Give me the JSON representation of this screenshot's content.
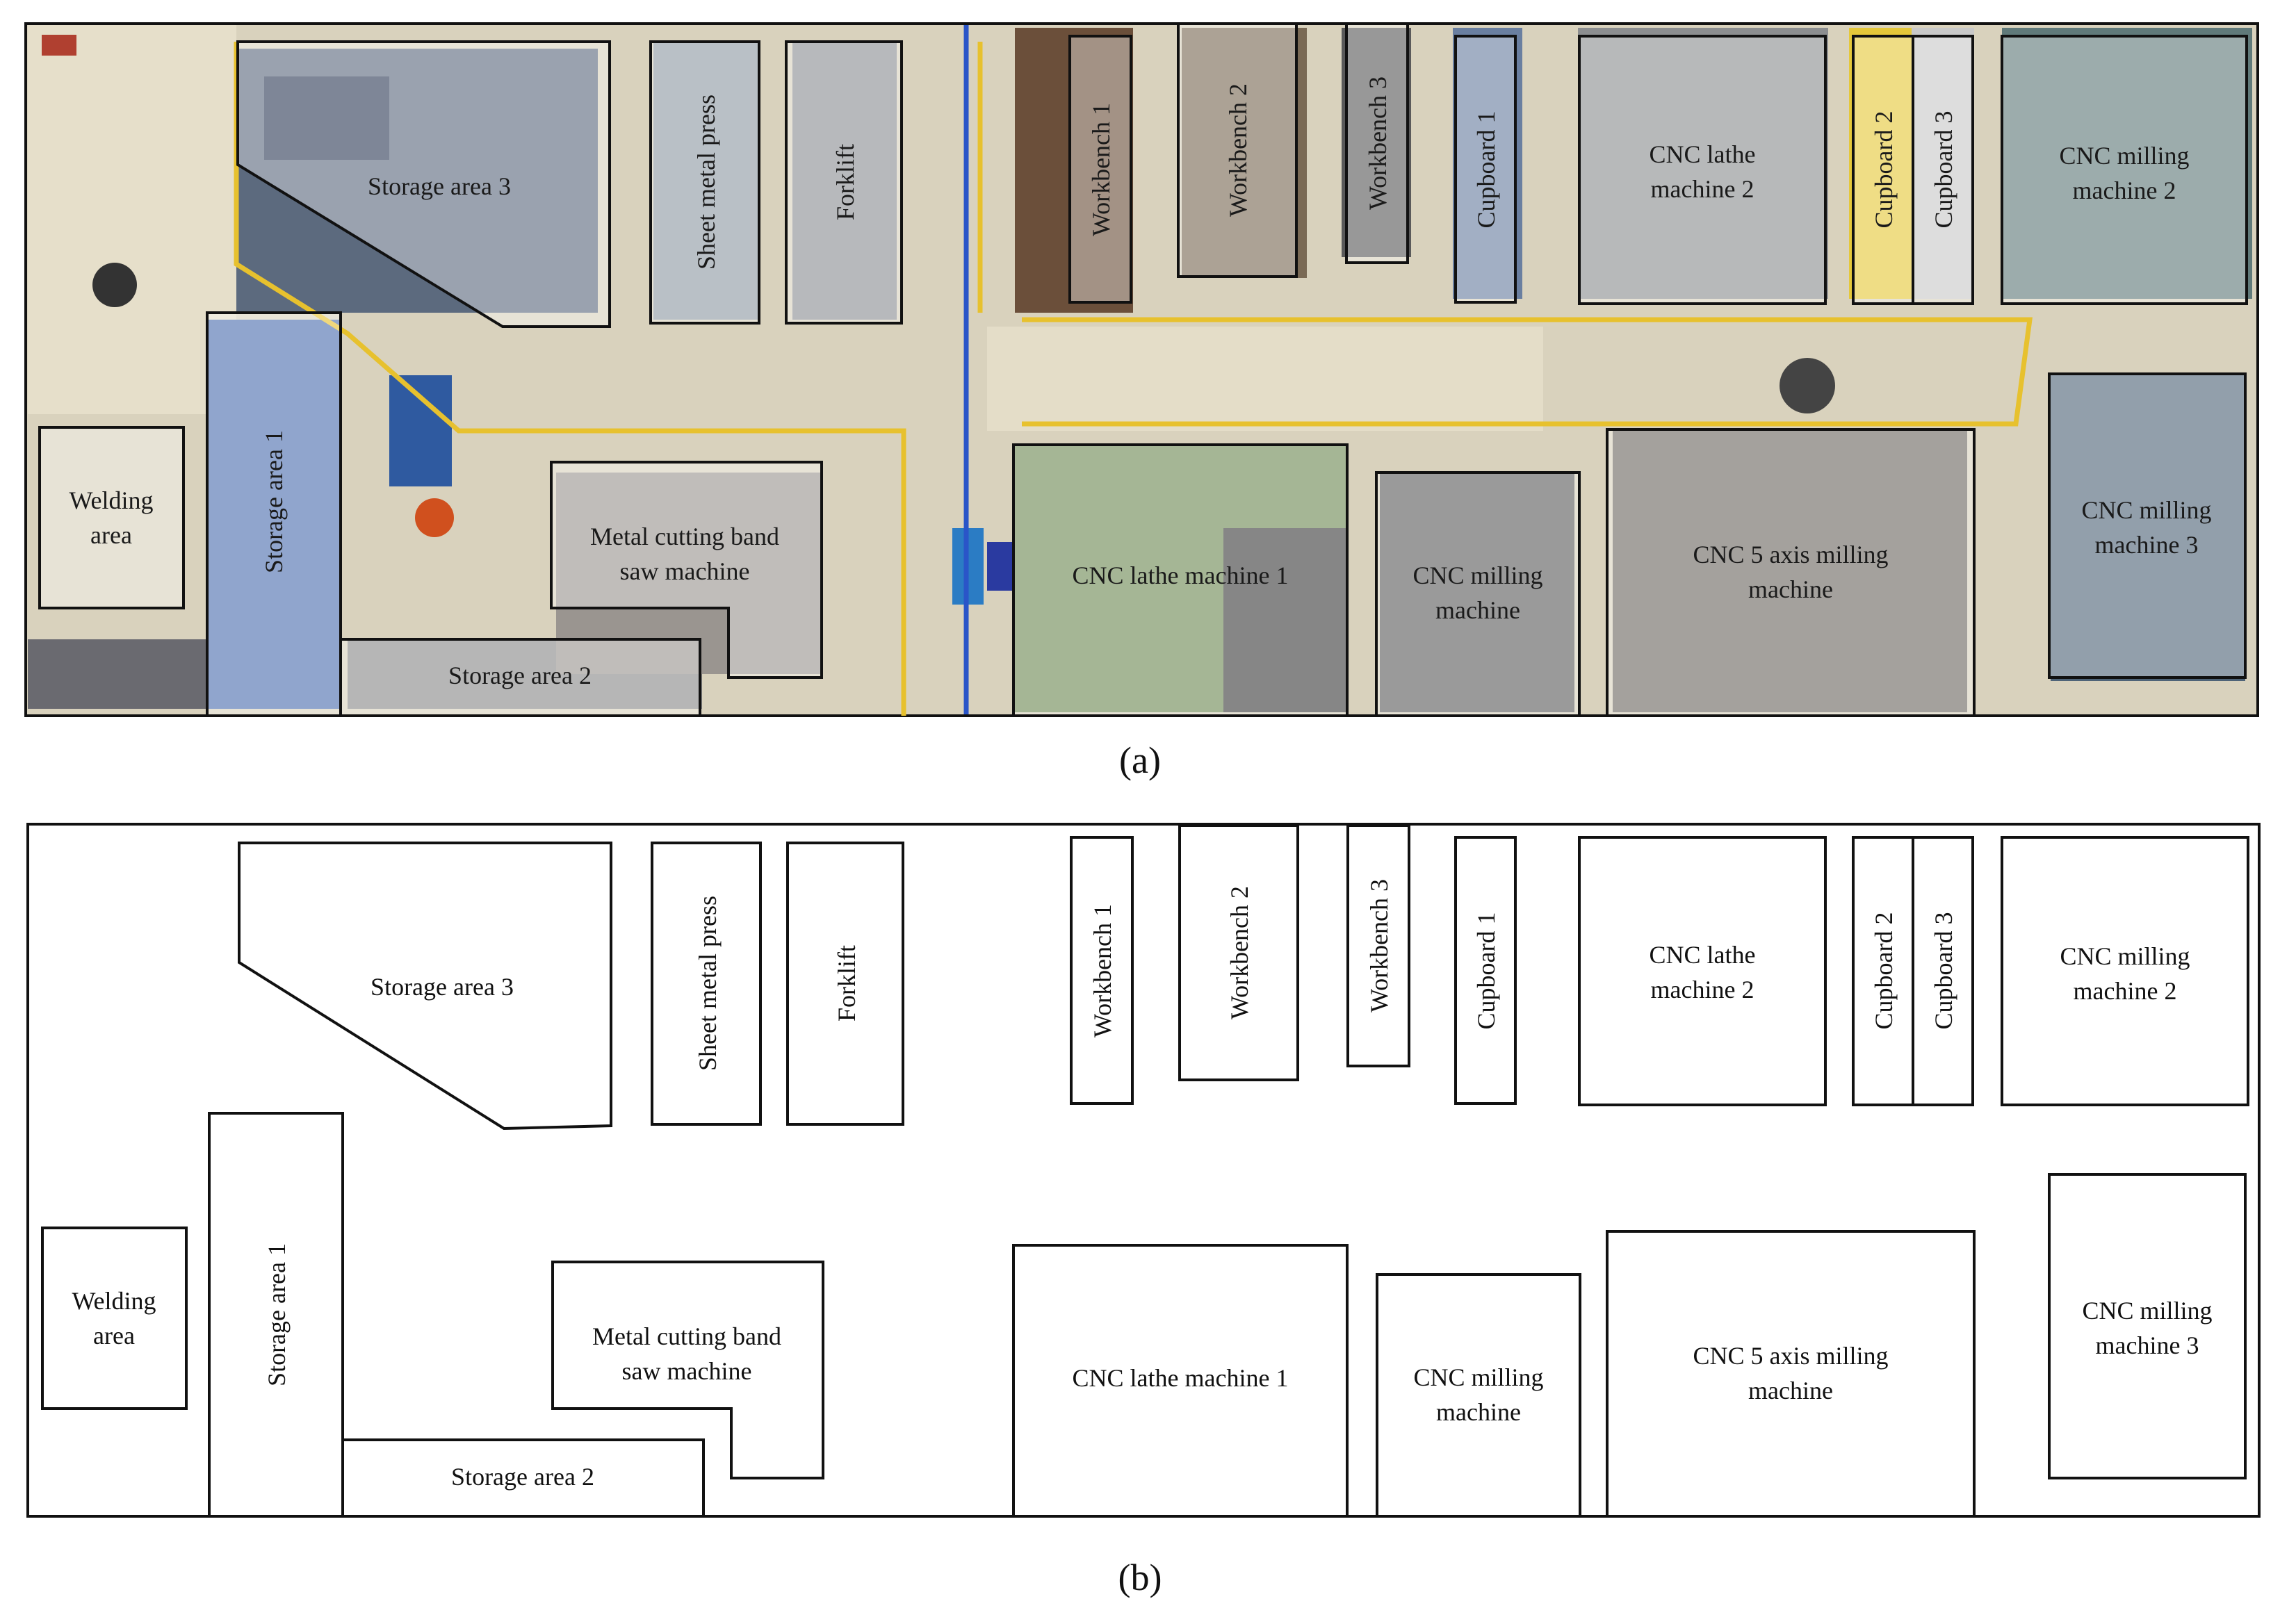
{
  "panel_a": {
    "caption": "(a)",
    "zones": {
      "storage_area_3": "Storage area 3",
      "sheet_metal_press": "Sheet metal press",
      "forklift": "Forklift",
      "workbench_1": "Workbench 1",
      "workbench_2": "Workbench 2",
      "workbench_3": "Workbench 3",
      "cupboard_1": "Cupboard 1",
      "cnc_lathe_2": [
        "CNC lathe",
        "machine 2"
      ],
      "cupboard_2": "Cupboard 2",
      "cupboard_3": "Cupboard 3",
      "cnc_milling_2": [
        "CNC milling",
        "machine 2"
      ],
      "welding_area": [
        "Welding",
        "area"
      ],
      "storage_area_1": "Storage area 1",
      "band_saw": [
        "Metal cutting band",
        "saw machine"
      ],
      "storage_area_2": "Storage area 2",
      "cnc_lathe_1": "CNC lathe machine 1",
      "cnc_milling": [
        "CNC milling",
        "machine"
      ],
      "cnc_5axis": [
        "CNC 5 axis milling",
        "machine"
      ],
      "cnc_milling_3": [
        "CNC milling",
        "machine 3"
      ]
    }
  },
  "panel_b": {
    "caption": "(b)",
    "zones": {
      "storage_area_3": "Storage area 3",
      "sheet_metal_press": "Sheet metal press",
      "forklift": "Forklift",
      "workbench_1": "Workbench 1",
      "workbench_2": "Workbench 2",
      "workbench_3": "Workbench 3",
      "cupboard_1": "Cupboard 1",
      "cnc_lathe_2": [
        "CNC lathe",
        "machine 2"
      ],
      "cupboard_2": "Cupboard 2",
      "cupboard_3": "Cupboard 3",
      "cnc_milling_2": [
        "CNC milling",
        "machine 2"
      ],
      "welding_area": [
        "Welding",
        "area"
      ],
      "storage_area_1": "Storage area 1",
      "band_saw": [
        "Metal cutting band",
        "saw machine"
      ],
      "storage_area_2": "Storage area 2",
      "cnc_lathe_1": "CNC lathe machine 1",
      "cnc_milling": [
        "CNC milling",
        "machine"
      ],
      "cnc_5axis": [
        "CNC 5 axis milling",
        "machine"
      ],
      "cnc_milling_3": [
        "CNC milling",
        "machine 3"
      ]
    }
  },
  "colors": {
    "floor": "#d9d2bd",
    "floor_light": "#e6dfca",
    "safety_line": "#e7c12e",
    "divider_line": "#2a55c8",
    "zone_overlay": "#ffffff",
    "outline": "#111111",
    "dark_machine": "#4a4a4a",
    "green_machine": "#6e8a54",
    "blue_rack": "#3a64a8",
    "yellow_cabinet": "#e5c83a"
  }
}
